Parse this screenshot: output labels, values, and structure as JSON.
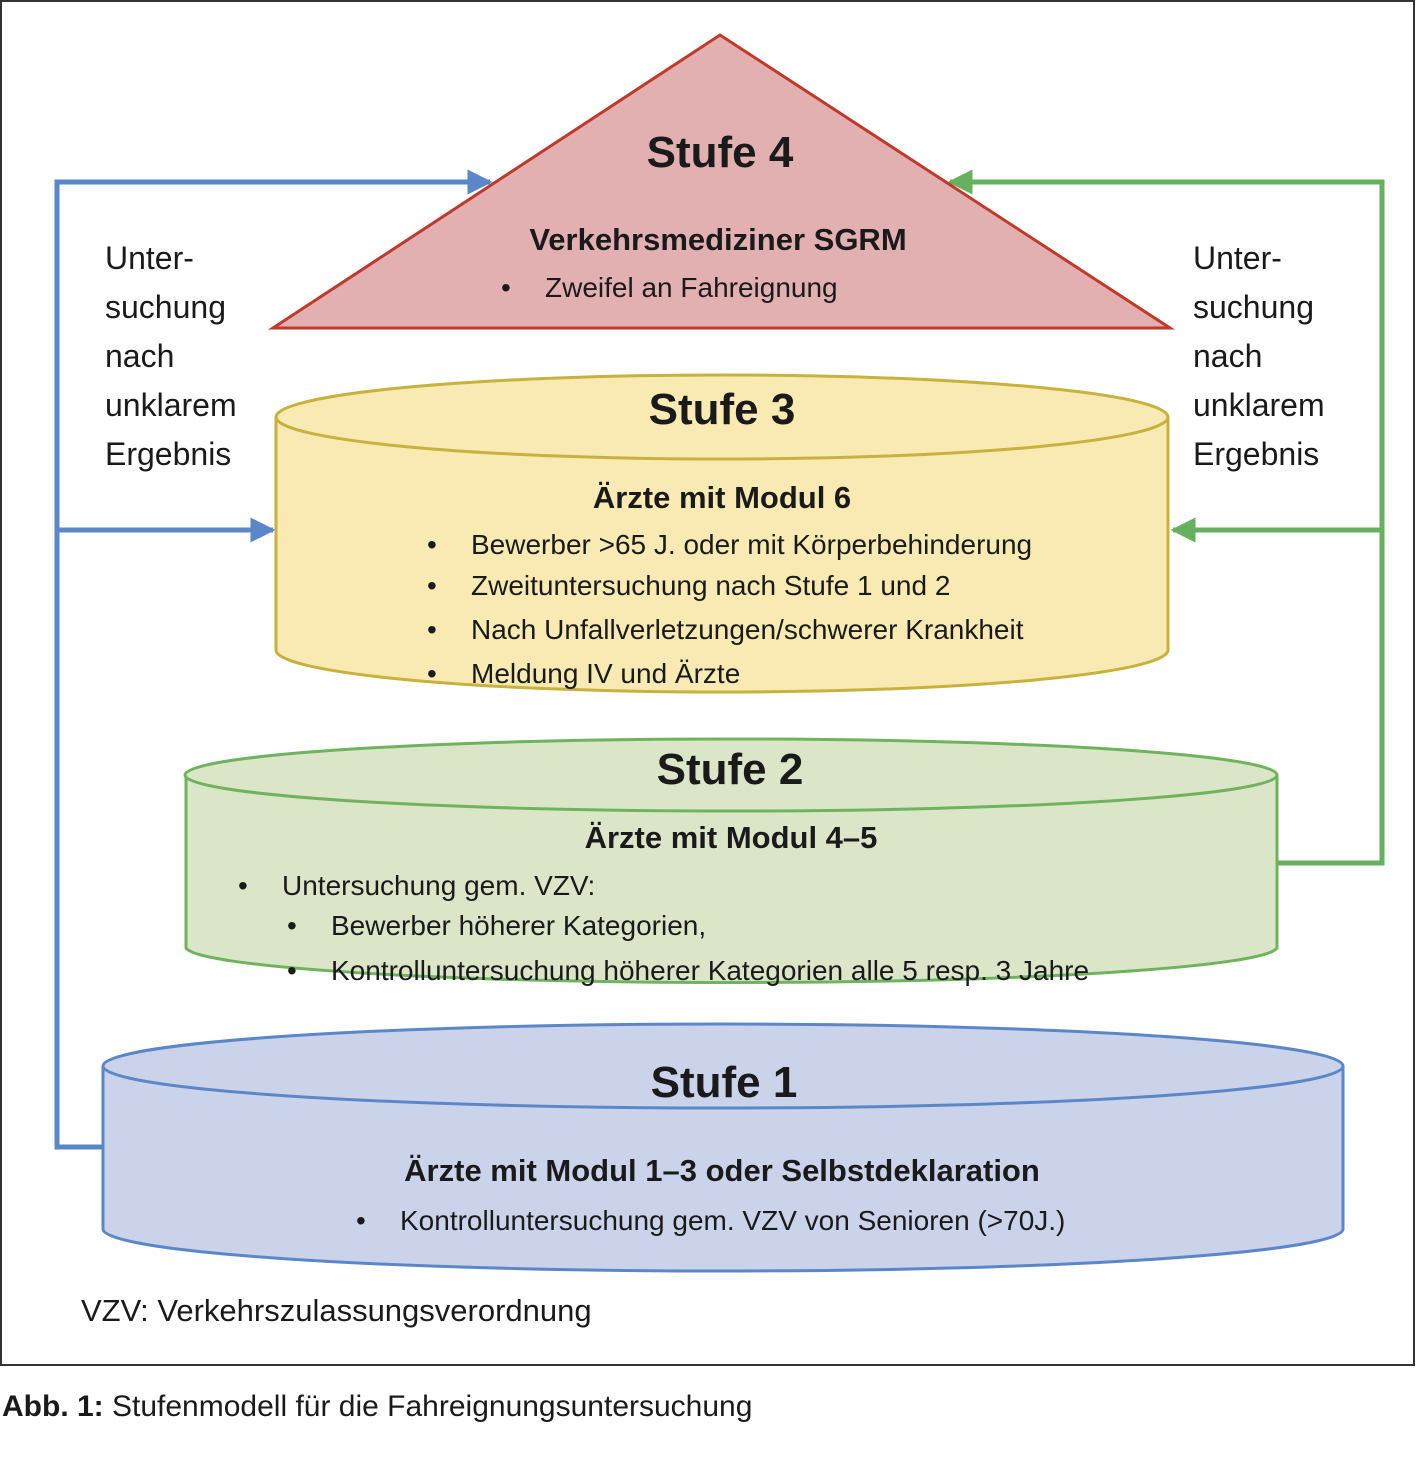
{
  "colors": {
    "blue_line": "#5b87c9",
    "green_line": "#66b05f",
    "red_stroke": "#c0392b",
    "stufe4_fill": "#e3b0b2",
    "stufe3_fill": "#f8eab2",
    "stufe3_stroke": "#c7b23e",
    "stufe2_fill": "#dbe6c8",
    "stufe2_stroke": "#6fb35f",
    "stufe1_fill": "#cbd3ea",
    "stufe1_stroke": "#5b87c9"
  },
  "left_note": [
    "Unter-",
    "suchung",
    "nach",
    "unklarem",
    "Ergebnis"
  ],
  "right_note": [
    "Unter-",
    "suchung",
    "nach",
    "unklarem",
    "Ergebnis"
  ],
  "stufe4": {
    "title": "Stufe 4",
    "subtitle": "Verkehrsmediziner SGRM",
    "items": [
      "Zweifel an Fahreignung"
    ]
  },
  "stufe3": {
    "title": "Stufe 3",
    "subtitle": "Ärzte mit Modul 6",
    "items": [
      "Bewerber >65 J. oder mit Körperbehinderung",
      "Zweituntersuchung nach Stufe 1 und 2",
      "Nach Unfallverletzungen/schwerer Krankheit",
      "Meldung IV und Ärzte"
    ]
  },
  "stufe2": {
    "title": "Stufe 2",
    "subtitle": "Ärzte mit Modul 4–5",
    "intro": "Untersuchung gem. VZV:",
    "items": [
      "Bewerber höherer Kategorien,",
      "Kontrolluntersuchung höherer Kategorien alle 5 resp. 3 Jahre"
    ]
  },
  "stufe1": {
    "title": "Stufe 1",
    "subtitle": "Ärzte mit Modul 1–3 oder Selbstdeklaration",
    "items": [
      "Kontrolluntersuchung gem. VZV von Senioren (>70J.)"
    ]
  },
  "footnote": "VZV: Verkehrszulassungsverordnung",
  "caption": {
    "label": "Abb. 1:",
    "text": " Stufenmodell für die Fahreignungsuntersuchung"
  }
}
